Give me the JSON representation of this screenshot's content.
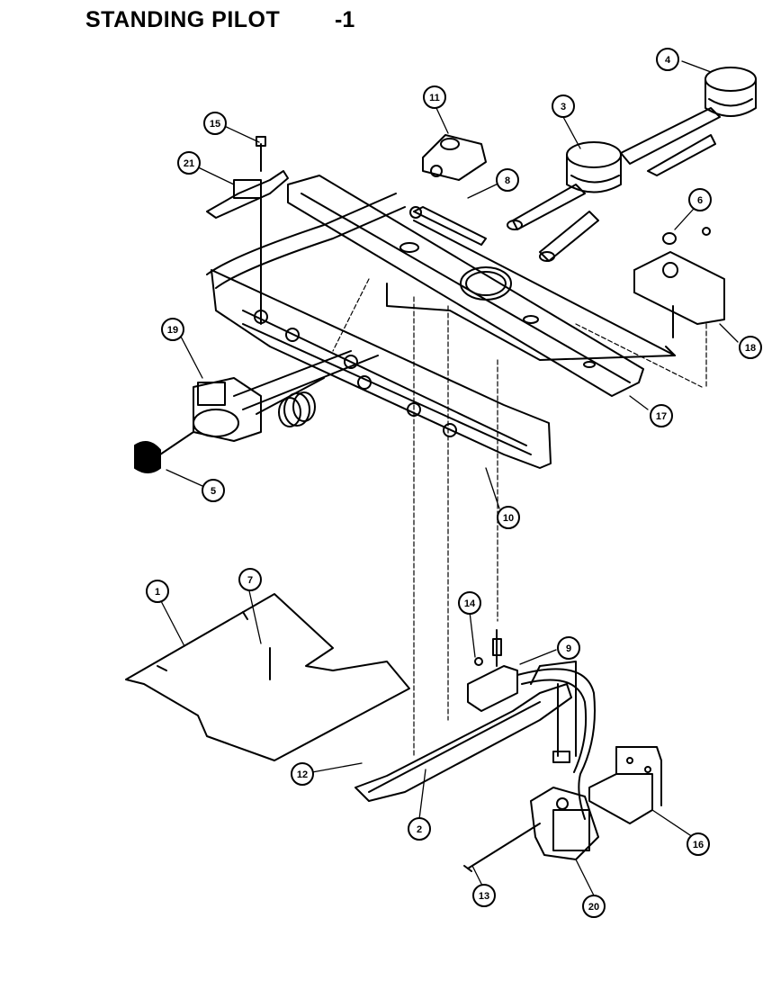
{
  "title": "STANDING PILOT",
  "title_suffix": "-1",
  "callouts": [
    {
      "id": "1",
      "label": "1"
    },
    {
      "id": "2",
      "label": "2"
    },
    {
      "id": "3",
      "label": "3"
    },
    {
      "id": "4",
      "label": "4"
    },
    {
      "id": "5",
      "label": "5"
    },
    {
      "id": "6",
      "label": "6"
    },
    {
      "id": "7",
      "label": "7"
    },
    {
      "id": "8",
      "label": "8"
    },
    {
      "id": "9",
      "label": "9"
    },
    {
      "id": "10",
      "label": "10"
    },
    {
      "id": "11",
      "label": "11"
    },
    {
      "id": "12",
      "label": "12"
    },
    {
      "id": "13",
      "label": "13"
    },
    {
      "id": "14",
      "label": "14"
    },
    {
      "id": "15",
      "label": "15"
    },
    {
      "id": "16",
      "label": "16"
    },
    {
      "id": "17",
      "label": "17"
    },
    {
      "id": "18",
      "label": "18"
    },
    {
      "id": "19",
      "label": "19"
    },
    {
      "id": "20",
      "label": "20"
    },
    {
      "id": "21",
      "label": "21"
    }
  ]
}
